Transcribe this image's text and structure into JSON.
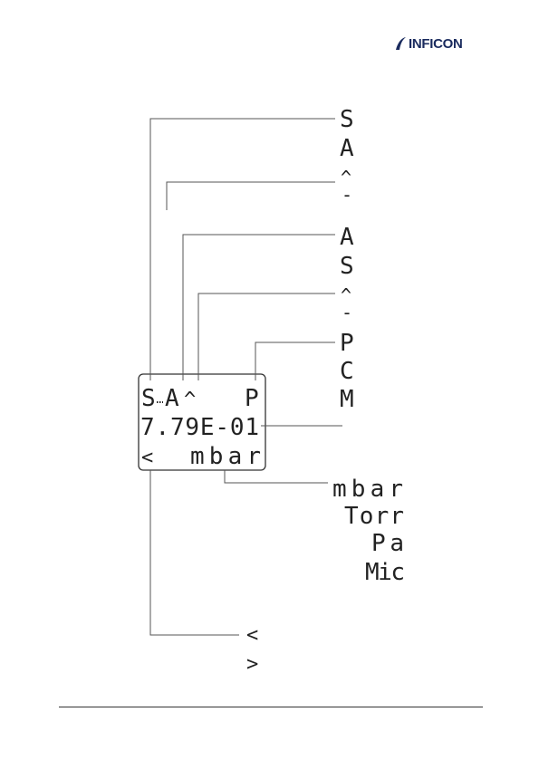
{
  "header": {
    "logo_text": "INFICON"
  },
  "display": {
    "row1": {
      "c1": "S",
      "c2": "A",
      "c3": "^",
      "c4": "P"
    },
    "row2": "7.79E-01",
    "row3": {
      "arrow": "<",
      "unit": "mbar"
    }
  },
  "callouts": {
    "g1": [
      "S",
      "A"
    ],
    "g2": [
      "^",
      "-"
    ],
    "g3": [
      "A",
      "S"
    ],
    "g4": [
      "^",
      "-"
    ],
    "g5": [
      "P",
      "C",
      "M"
    ],
    "units": [
      "mbar",
      "Torr",
      "Pa",
      "Mic"
    ],
    "arrows": [
      "<",
      ">"
    ]
  }
}
